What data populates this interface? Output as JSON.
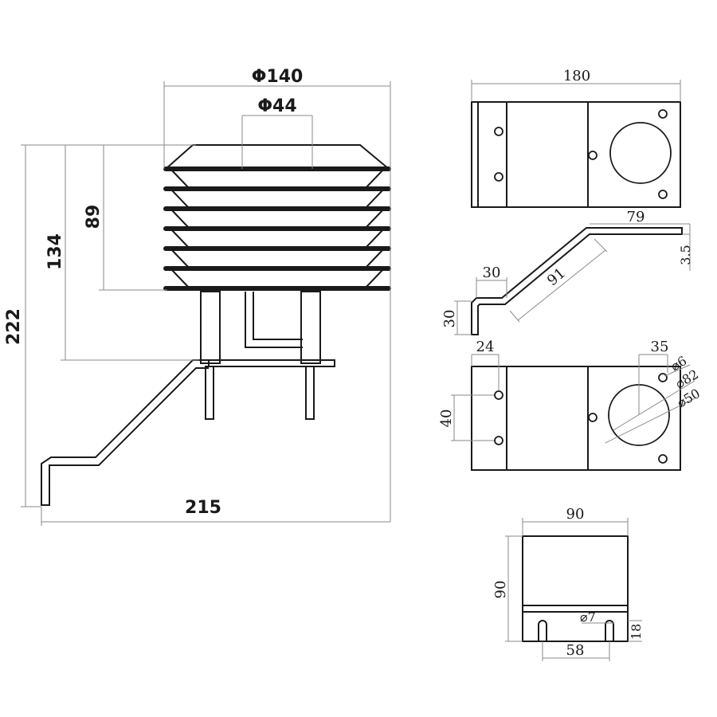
{
  "main_view": {
    "dims": {
      "dia_outer": "Φ140",
      "dia_inner": "Φ44",
      "height_total": "222",
      "height_mid": "134",
      "height_shield": "89",
      "width_total": "215"
    }
  },
  "bracket_top_view": {
    "dims": {
      "length": "180"
    }
  },
  "bracket_side_view": {
    "dims": {
      "top_flat": "79",
      "thickness": "3.5",
      "base_flat": "30",
      "base_height": "30",
      "slope": "91"
    }
  },
  "bracket_bottom_view": {
    "dims": {
      "edge_offset": "24",
      "hole_spacing": "40",
      "hole_offset": "35",
      "hole_small": "⌀6",
      "bolt_circle": "⌀82",
      "center_hole": "⌀50"
    }
  },
  "clamp_view": {
    "dims": {
      "width": "90",
      "height": "90",
      "slot_dia": "⌀7",
      "slot_depth": "18",
      "slot_spacing": "58"
    }
  }
}
